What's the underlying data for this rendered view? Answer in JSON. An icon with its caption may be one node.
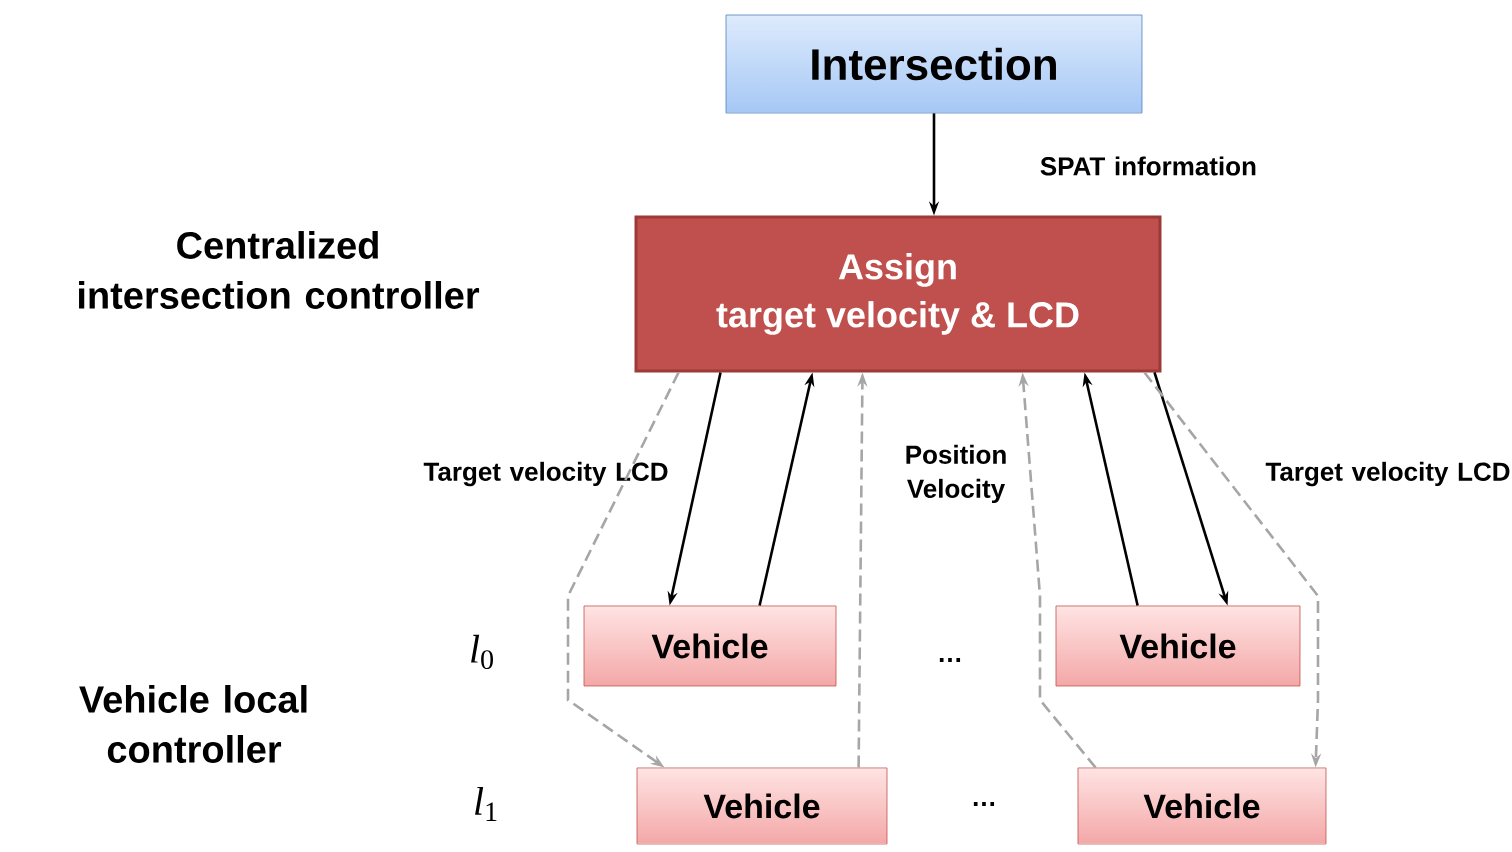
{
  "diagram": {
    "nodes": [
      {
        "text": [
          "Intersection"
        ]
      },
      {
        "text": [
          "Assign",
          "target velocity & LCD"
        ]
      },
      {
        "text": [
          "Vehicle"
        ]
      },
      {
        "text": [
          "Vehicle"
        ]
      },
      {
        "text": [
          "Vehicle"
        ]
      },
      {
        "text": [
          "Vehicle"
        ]
      }
    ],
    "edges": [
      {
        "from": 0,
        "to": 1,
        "arrow": "to",
        "label": "SPAT information"
      },
      {
        "from": 1,
        "to": 2,
        "arrow": "to",
        "label": "Target velocity LCD"
      },
      {
        "from": 2,
        "to": 1,
        "arrow": "to"
      },
      {
        "from": 1,
        "to": 4,
        "arrow": "to",
        "style": "dashed",
        "color": "#a6a6a6"
      },
      {
        "from": 4,
        "to": 1,
        "arrow": "to",
        "style": "dashed",
        "color": "#a6a6a6"
      },
      {
        "from": 5,
        "to": 1,
        "arrow": "to",
        "style": "dashed",
        "color": "#a6a6a6"
      },
      {
        "from": 3,
        "to": 1,
        "arrow": "to"
      },
      {
        "from": 1,
        "to": 3,
        "arrow": "to",
        "label": "Target velocity LCD"
      },
      {
        "from": 1,
        "to": 5,
        "arrow": "to",
        "style": "dashed",
        "color": "#a6a6a6"
      }
    ],
    "labels": [
      "Centralized intersection controller",
      "Position Velocity",
      "*l*$_{0}$",
      "…",
      "Vehicle local controller",
      "*l*$_{1}$",
      "…"
    ]
  }
}
